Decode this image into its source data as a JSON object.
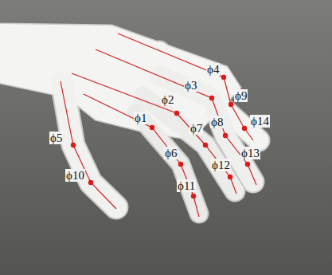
{
  "diagram": {
    "labels": [
      "ϕ1",
      "ϕ2",
      "ϕ3",
      "ϕ4",
      "ϕ5",
      "ϕ6",
      "ϕ7",
      "ϕ8",
      "ϕ9",
      "ϕ10",
      "ϕ11",
      "ϕ12",
      "ϕ13",
      "ϕ14"
    ]
  }
}
